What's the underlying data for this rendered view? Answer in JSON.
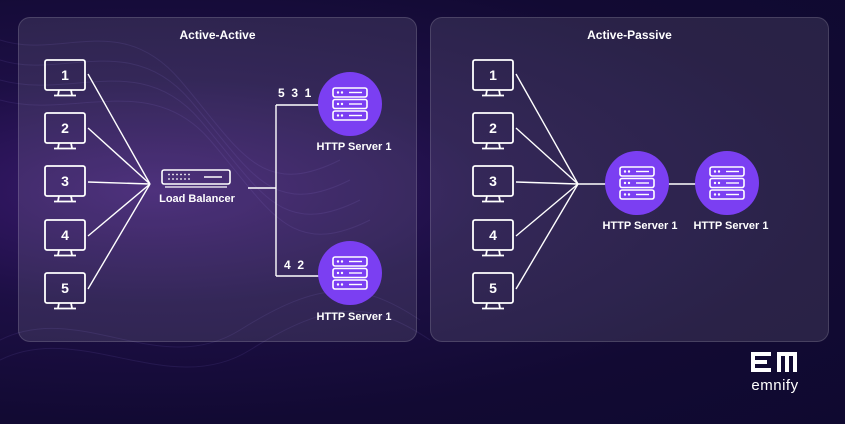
{
  "panels": {
    "active_active": {
      "title": "Active-Active",
      "clients": [
        "1",
        "2",
        "3",
        "4",
        "5"
      ],
      "load_balancer_label": "Load Balancer",
      "servers": [
        {
          "label": "HTTP Server 1",
          "packets": "5  3  1"
        },
        {
          "label": "HTTP Server 1",
          "packets": "4  2"
        }
      ]
    },
    "active_passive": {
      "title": "Active-Passive",
      "clients": [
        "1",
        "2",
        "3",
        "4",
        "5"
      ],
      "servers": [
        {
          "label": "HTTP Server 1"
        },
        {
          "label": "HTTP Server 1"
        }
      ]
    }
  },
  "brand": {
    "name": "emnify"
  },
  "colors": {
    "server_circle": "#7b3ff2",
    "line": "#ffffff"
  }
}
